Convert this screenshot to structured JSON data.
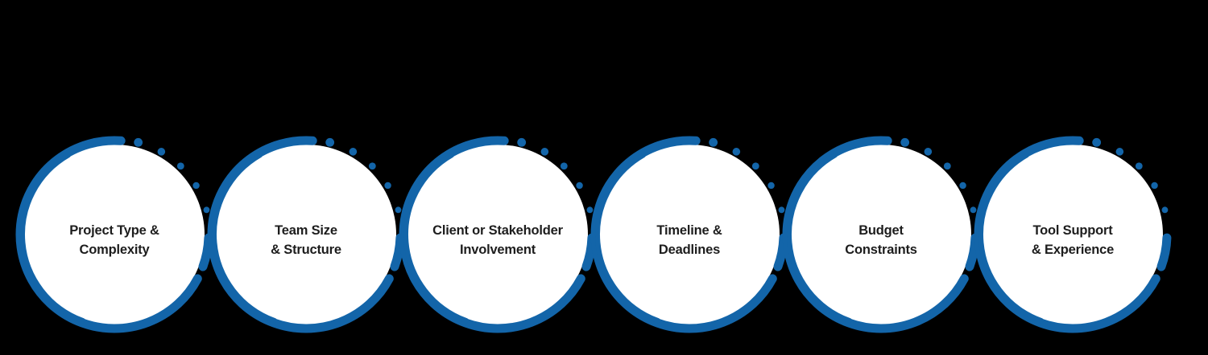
{
  "background_color": "#000000",
  "accent_color": "#1365A9",
  "text_color": "#1d1d1d",
  "circle_fill": "#ffffff",
  "circles": [
    {
      "line1": "Project Type &",
      "line2": "Complexity"
    },
    {
      "line1": "Team Size",
      "line2": "& Structure"
    },
    {
      "line1": "Client or Stakeholder",
      "line2": "Involvement"
    },
    {
      "line1": "Timeline &",
      "line2": "Deadlines"
    },
    {
      "line1": "Budget",
      "line2": "Constraints"
    },
    {
      "line1": "Tool Support",
      "line2": "& Experience"
    }
  ]
}
